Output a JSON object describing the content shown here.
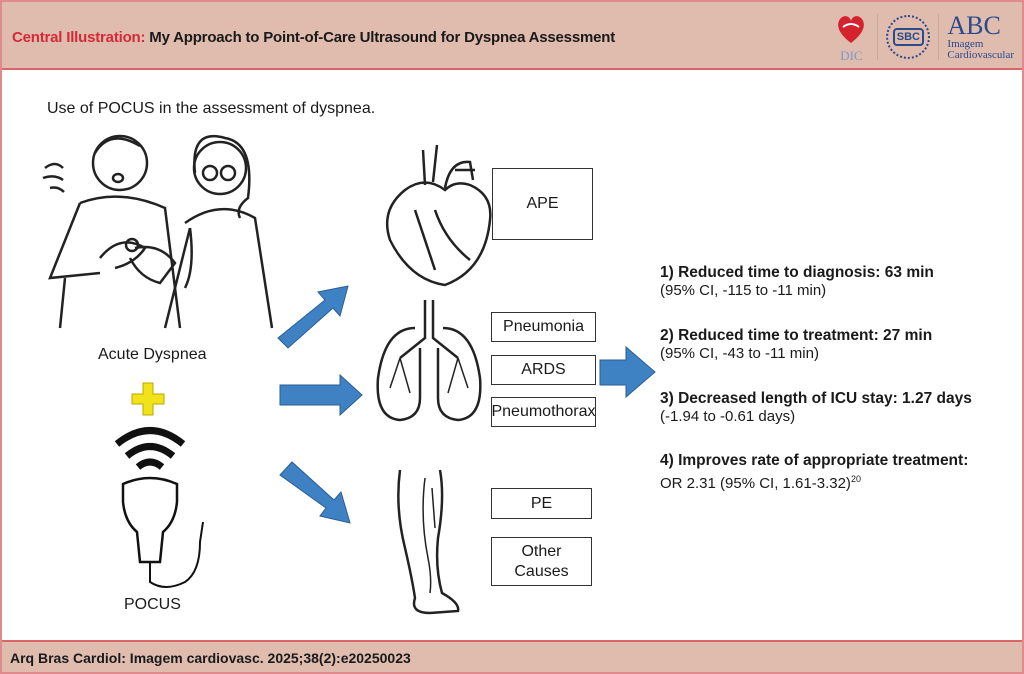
{
  "header": {
    "title_prefix": "Central Illustration:",
    "title": " My Approach to Point-of-Care Ultrasound for Dyspnea Assessment",
    "logos": {
      "dic": "DIC",
      "sbc": "SBC",
      "abc": "ABC",
      "abc_sub1": "Imagem",
      "abc_sub2": "Cardiovascular"
    }
  },
  "intro": "Use of POCUS in the assessment of dyspnea.",
  "left": {
    "patient_label": "Acute Dyspnea",
    "device_label": "POCUS"
  },
  "diagnoses": {
    "heart": [
      "APE"
    ],
    "lungs": [
      "Pneumonia",
      "ARDS",
      "Pneumothorax"
    ],
    "veins": [
      "PE",
      "Other Causes"
    ]
  },
  "results": [
    {
      "title": "1) Reduced time to diagnosis: 63 min",
      "detail": "(95% CI, -115 to -11 min)"
    },
    {
      "title": "2) Reduced time to treatment: 27 min",
      "detail": "(95% CI, -43 to -11 min)"
    },
    {
      "title": "3) Decreased length of ICU stay: 1.27 days",
      "detail": "(-1.94 to -0.61 days)"
    },
    {
      "title": "4) Improves rate of appropriate treatment:",
      "detail": "OR 2.31 (95% CI, 1.61-3.32)",
      "ref": "20"
    }
  ],
  "footer": "Arq Bras Cardiol: Imagem cardiovasc. 2025;38(2):e20250023",
  "colors": {
    "arrow": "#3f82c4",
    "plus": "#f2e21a",
    "header_bg": "#e0bcaf",
    "accent_red": "#d42a36"
  }
}
